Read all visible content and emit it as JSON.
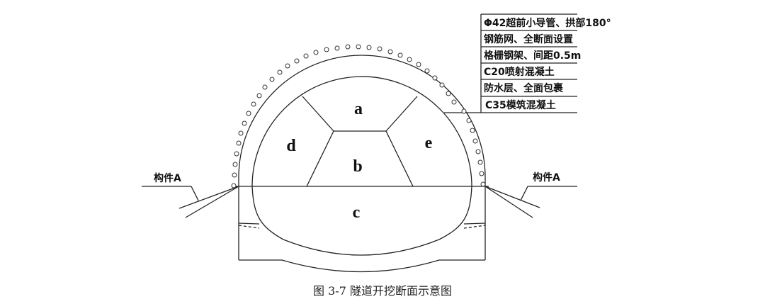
{
  "figure": {
    "caption": "图 3-7  隧道开挖断面示意图",
    "sections": {
      "a": "a",
      "b": "b",
      "c": "c",
      "d": "d",
      "e": "e"
    },
    "component_left": "构件A",
    "component_right": "构件A",
    "legend_table": [
      "Φ42超前小导管、拱部180°",
      "钢筋网、全断面设置",
      "格栅钢架、间距0.5m",
      "C20喷射混凝土",
      "防水层、全面包裹",
      "C35模筑混凝土"
    ]
  }
}
